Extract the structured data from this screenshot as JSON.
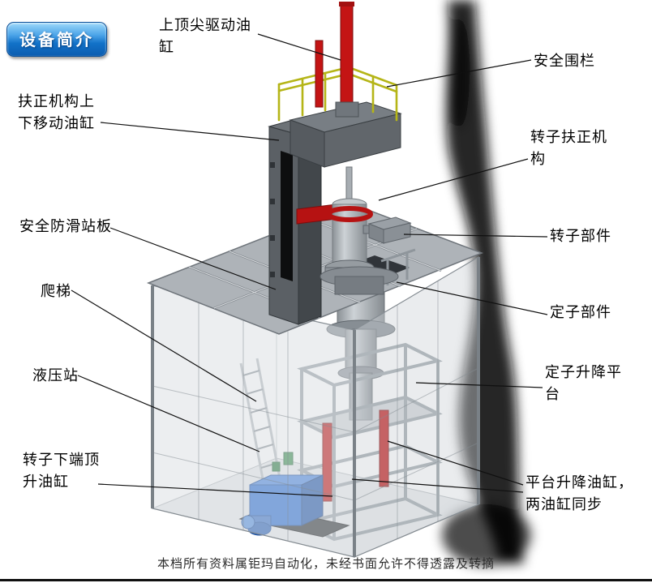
{
  "badge": {
    "label": "设备简介"
  },
  "labels": [
    {
      "id": "top-drive-cylinder",
      "text": "上顶尖驱动油\n缸"
    },
    {
      "id": "safety-fence",
      "text": "安全围栏"
    },
    {
      "id": "centering-updown-cyl",
      "text": "扶正机构上\n下移动油缸"
    },
    {
      "id": "rotor-centering-mech",
      "text": "转子扶正机\n构"
    },
    {
      "id": "antislip-platform",
      "text": "安全防滑站板"
    },
    {
      "id": "rotor-part",
      "text": "转子部件"
    },
    {
      "id": "ladder",
      "text": "爬梯"
    },
    {
      "id": "stator-part",
      "text": "定子部件"
    },
    {
      "id": "hydraulic-station",
      "text": "液压站"
    },
    {
      "id": "stator-lift-platform",
      "text": "定子升降平\n台"
    },
    {
      "id": "rotor-bottom-jack-cyl",
      "text": "转子下端顶\n升油缸"
    },
    {
      "id": "platform-lift-cyl",
      "text": "平台升降油缸，\n两油缸同步"
    }
  ],
  "footer": {
    "watermark": "本档所有资料属钜玛自动化，未经书面允许不得透露及转摘"
  },
  "colors": {
    "badge_blue": "#1272c8",
    "cylinder_red": "#c01212",
    "railing_yellow": "#b5b517",
    "hydraulic_blue": "#2b6fd4",
    "tank_yellow": "#d4c41c",
    "steel_gray": "#aeb3b8"
  }
}
